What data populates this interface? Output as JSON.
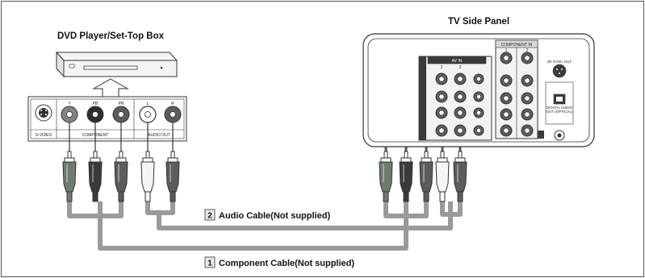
{
  "dvd_label": "DVD Player/Set-Top Box",
  "tv_label": "TV Side Panel",
  "dvd_panel": {
    "svideo_label": "S-VIDEO",
    "component_label": "COMPONENT",
    "audio_out_label": "AUDIO OUT",
    "jacks": [
      "Y",
      "PB",
      "PR",
      "L",
      "R"
    ]
  },
  "tv_panel": {
    "component_in_label": "COMPONENT IN",
    "component_cols": [
      "1",
      "2"
    ],
    "av_in_label": "AV IN",
    "av_cols": [
      "1",
      "2"
    ],
    "sync_out_label": "3D SYNC OUT",
    "digital_audio_label": "DIGITAL AUDIO OUT (OPTICAL)"
  },
  "cables": [
    {
      "number": "2",
      "label": "Audio Cable(Not supplied)"
    },
    {
      "number": "1",
      "label": "Component Cable(Not supplied)"
    }
  ],
  "colors": {
    "cable": "#9a9a9a",
    "plug_green": "#6f7b6f",
    "plug_blue": "#3a3a3a",
    "plug_red": "#5c5c5c",
    "plug_white": "#f5f5f5"
  }
}
